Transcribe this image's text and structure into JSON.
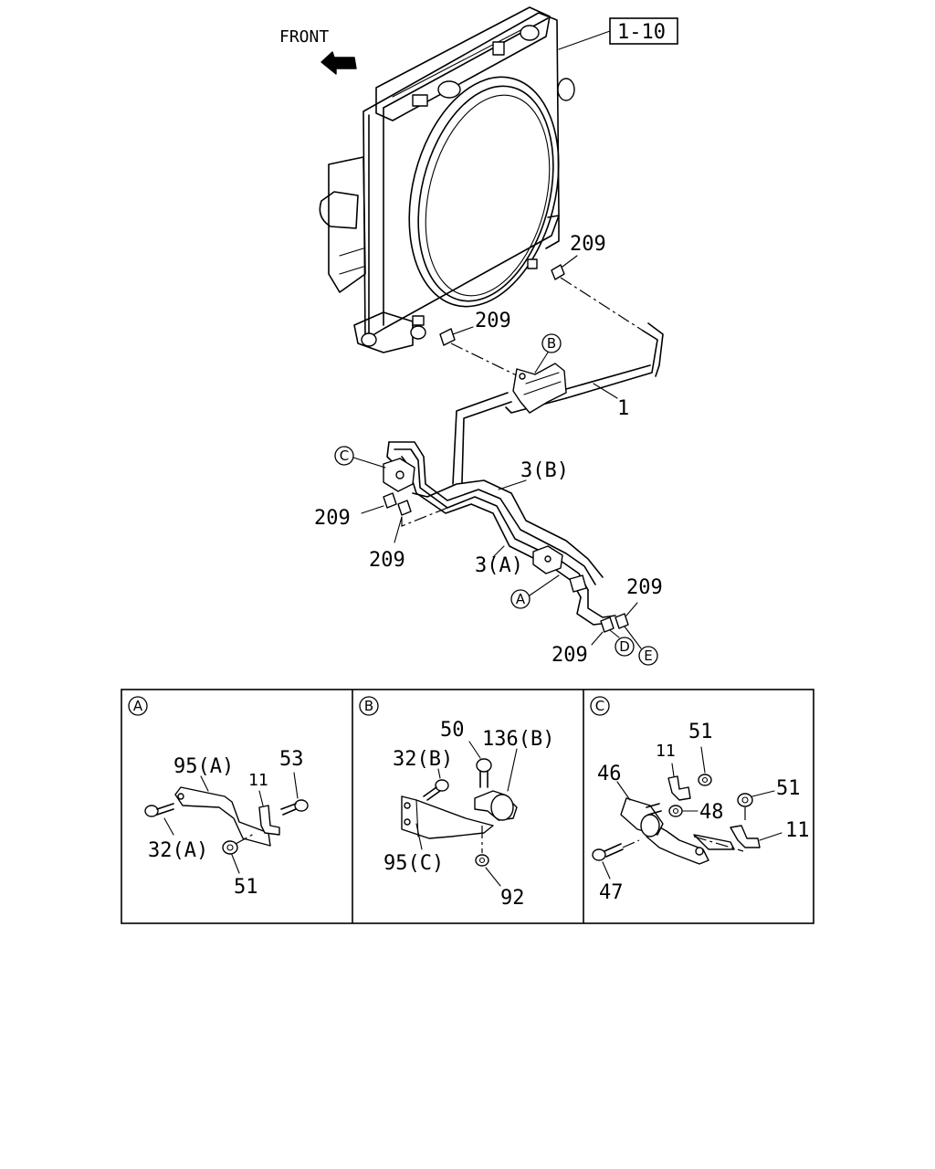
{
  "diagram": {
    "front_label": "FRONT",
    "ref_box": "1-10",
    "callouts_main": {
      "p209_a": "209",
      "p209_b": "209",
      "p1": "1",
      "p3b": "3(B)",
      "p209_c": "209",
      "p209_d": "209",
      "p3a": "3(A)",
      "p209_e": "209",
      "p209_f": "209"
    },
    "markers": {
      "A": "A",
      "B": "B",
      "C": "C",
      "D": "D",
      "E": "E"
    },
    "detail_a": {
      "tag": "A",
      "p95a": "95(A)",
      "p53": "53",
      "p11": "11",
      "p32a": "32(A)",
      "p51": "51"
    },
    "detail_b": {
      "tag": "B",
      "p50": "50",
      "p136b": "136(B)",
      "p32b": "32(B)",
      "p95c": "95(C)",
      "p92": "92"
    },
    "detail_c": {
      "tag": "C",
      "p51a": "51",
      "p11a": "11",
      "p46": "46",
      "p48": "48",
      "p51b": "51",
      "p11b": "11",
      "p47": "47"
    }
  }
}
